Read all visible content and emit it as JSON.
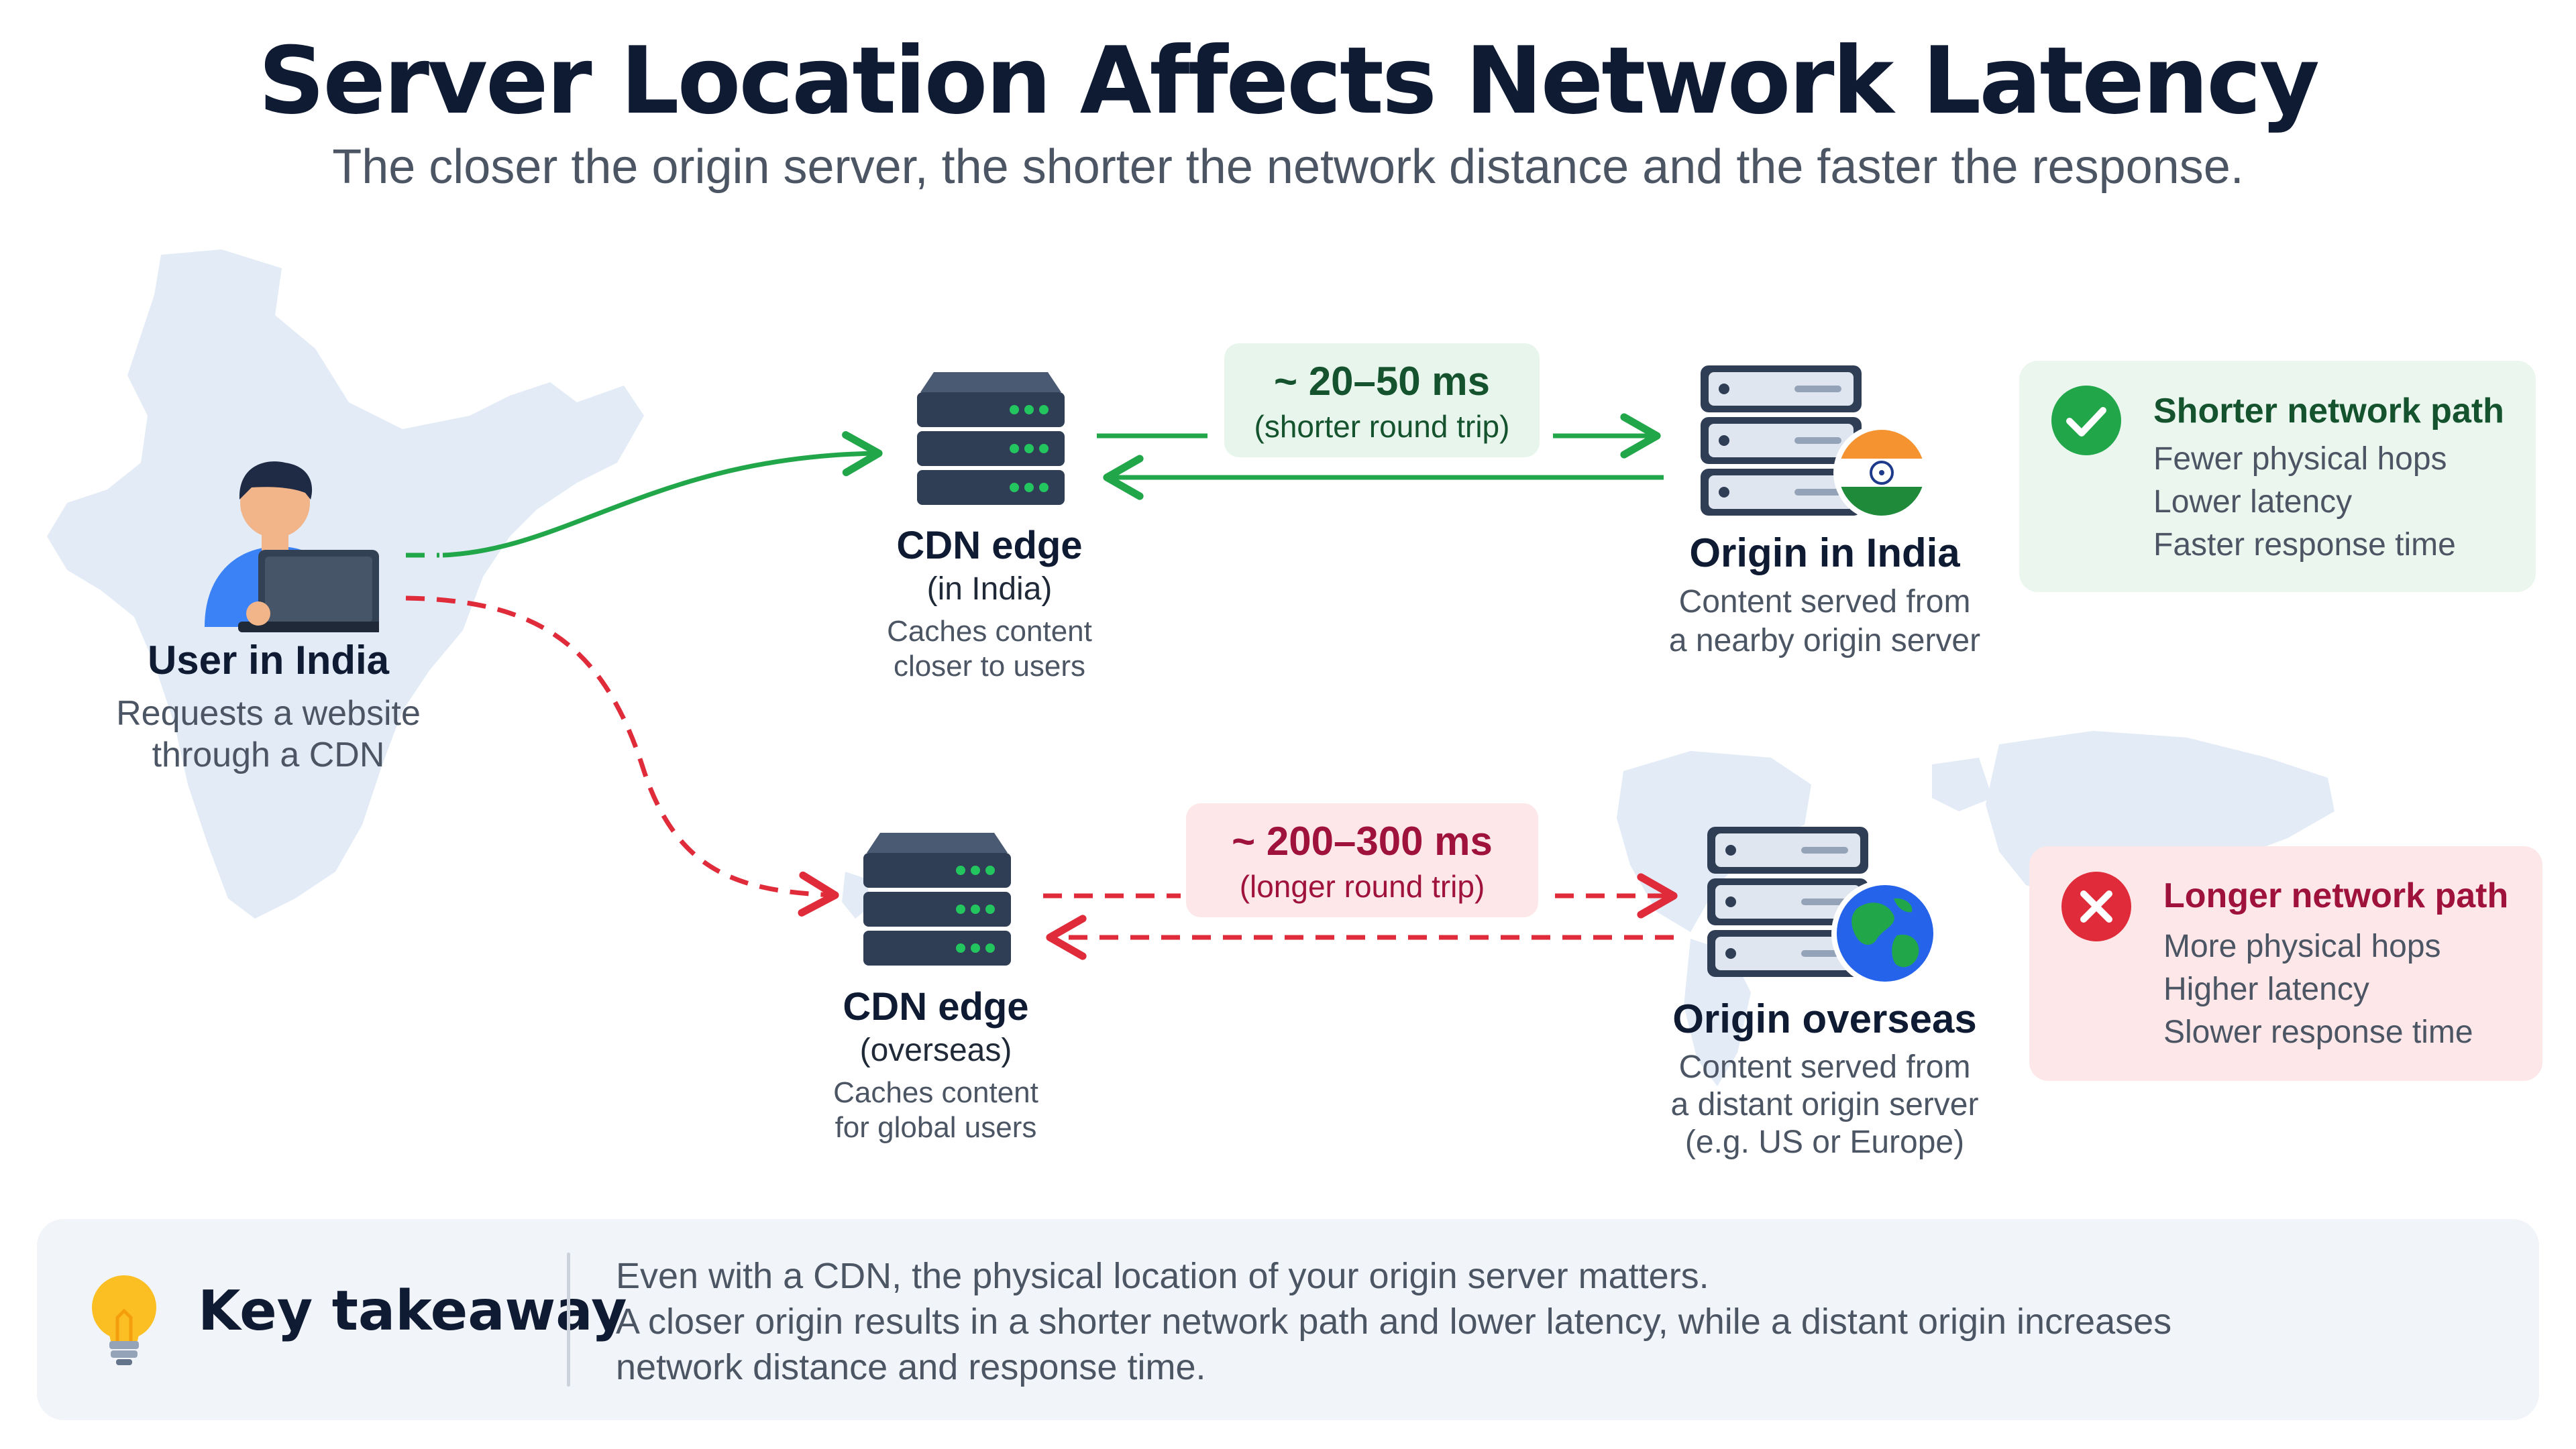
{
  "title": "Server Location Affects Network Latency",
  "subtitle": "The closer the origin server, the shorter the network distance and the faster the response.",
  "user": {
    "title": "User in India",
    "desc": [
      "Requests a website",
      "through a CDN"
    ]
  },
  "cdn_india": {
    "title": "CDN edge",
    "sub": "(in India)",
    "desc": [
      "Caches content",
      "closer to users"
    ]
  },
  "cdn_overseas": {
    "title": "CDN edge",
    "sub": "(overseas)",
    "desc": [
      "Caches content",
      "for global users"
    ]
  },
  "origin_india": {
    "title": "Origin in India",
    "desc": [
      "Content served from",
      "a nearby origin server"
    ]
  },
  "origin_overseas": {
    "title": "Origin overseas",
    "desc": [
      "Content served from",
      "a distant origin server",
      "(e.g. US or Europe)"
    ]
  },
  "latency_short": {
    "value": "~ 20–50 ms",
    "note": "(shorter round trip)"
  },
  "latency_long": {
    "value": "~ 200–300 ms",
    "note": "(longer round trip)"
  },
  "card_short": {
    "title": "Shorter network path",
    "items": [
      "Fewer physical hops",
      "Lower latency",
      "Faster response time"
    ]
  },
  "card_long": {
    "title": "Longer network path",
    "items": [
      "More physical hops",
      "Higher latency",
      "Slower response time"
    ]
  },
  "takeaway": {
    "title": "Key takeaway",
    "lines": [
      "Even with a CDN, the physical location of your origin server matters.",
      "A closer origin results in a shorter network path and lower latency, while a distant origin increases",
      "network distance and response time."
    ]
  },
  "colors": {
    "short_path": "#22a64a",
    "long_path": "#e02b3a",
    "title": "#0f1b33",
    "server": "#2f3e55",
    "server_light": "#dfe6f0",
    "map": "#dde8f5"
  },
  "icons": {
    "user": "person-laptop-icon",
    "server": "server-rack-icon",
    "india_flag": "india-flag-icon",
    "globe": "globe-icon",
    "check": "check-circle-icon",
    "cross": "x-circle-icon",
    "bulb": "lightbulb-icon"
  }
}
